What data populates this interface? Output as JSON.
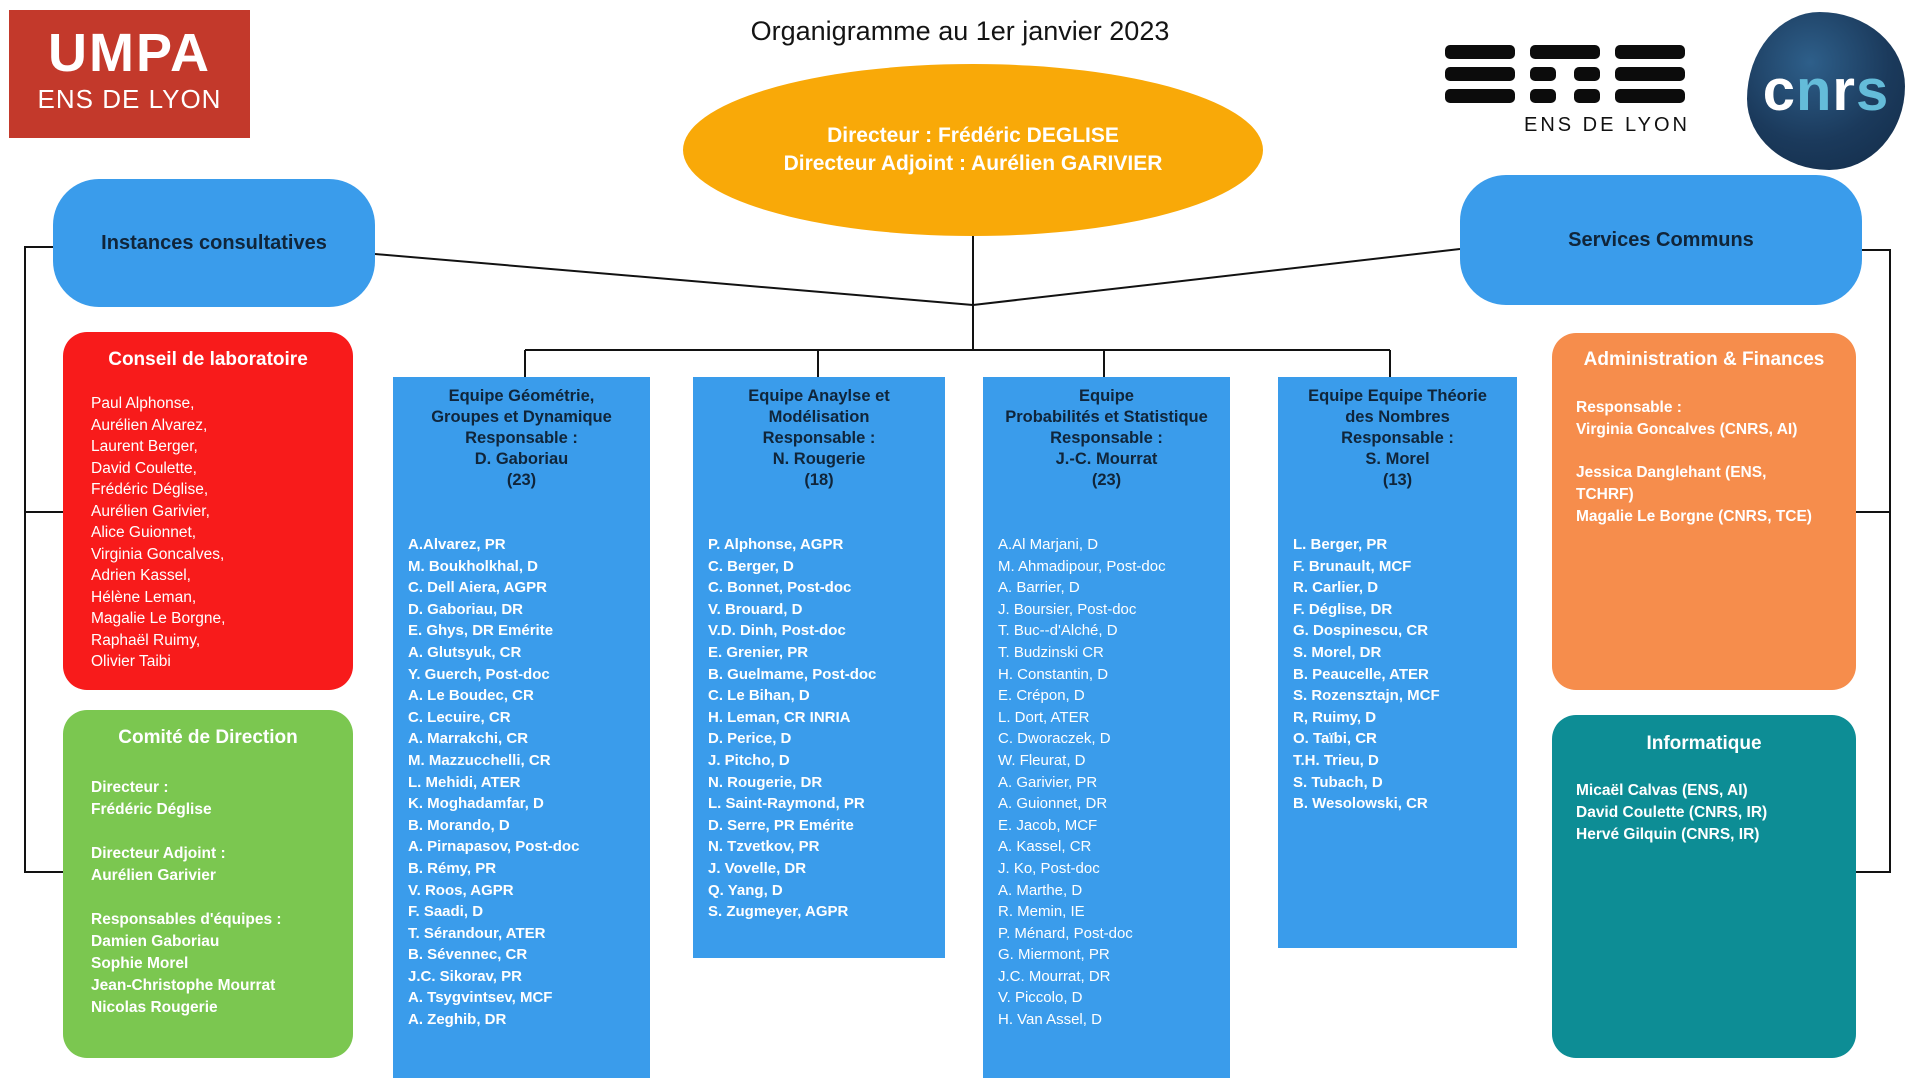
{
  "title": "Organigramme au 1er janvier 2023",
  "logos": {
    "umpa": {
      "acronym": "UMPA",
      "subtitle": "ENS DE LYON"
    },
    "ens": {
      "subtitle": "ENS DE LYON"
    },
    "cnrs": {
      "c": "c",
      "n": "n",
      "r": "r",
      "s": "s"
    }
  },
  "direction": {
    "line1": "Directeur : Frédéric DEGLISE",
    "line2": "Directeur Adjoint : Aurélien GARIVIER"
  },
  "instances_header": "Instances consultatives",
  "services_header": "Services Communs",
  "conseil": {
    "title": "Conseil de laboratoire",
    "members": [
      "Paul Alphonse,",
      "Aurélien Alvarez,",
      "Laurent Berger,",
      "David Coulette,",
      "Frédéric Déglise,",
      " Aurélien Garivier,",
      "Alice Guionnet,",
      " Virginia Goncalves,",
      "Adrien Kassel,",
      "Hélène Leman,",
      "Magalie Le Borgne,",
      "Raphaël Ruimy,",
      "Olivier Taibi"
    ]
  },
  "comite": {
    "title": "Comité de Direction",
    "lines": [
      "Directeur :",
      "Frédéric Déglise",
      "",
      "Directeur Adjoint :",
      "Aurélien Garivier",
      "",
      "Responsables d'équipes :",
      "Damien Gaboriau",
      "Sophie Morel",
      "Jean-Christophe Mourrat",
      "Nicolas Rougerie"
    ]
  },
  "teams": [
    {
      "title_lines": [
        "Equipe Géométrie,",
        "Groupes et Dynamique",
        "Responsable :",
        "D. Gaboriau"
      ],
      "count": "(23)",
      "members": [
        "A.Alvarez, PR",
        "M. Boukholkhal, D",
        "C. Dell Aiera, AGPR",
        "D. Gaboriau, DR",
        "E. Ghys, DR Emérite",
        "A. Glutsyuk, CR",
        "Y. Guerch, Post-doc",
        "A. Le Boudec, CR",
        "C. Lecuire, CR",
        "A. Marrakchi, CR",
        "M. Mazzucchelli, CR",
        "L. Mehidi, ATER",
        "K. Moghadamfar, D",
        "B. Morando, D",
        "A. Pirnapasov, Post-doc",
        "B. Rémy, PR",
        "V. Roos, AGPR",
        "F. Saadi, D",
        "T. Sérandour, ATER",
        "B. Sévennec, CR",
        "J.C. Sikorav, PR",
        "A. Tsygvintsev, MCF",
        "A. Zeghib, DR"
      ]
    },
    {
      "title_lines": [
        "Equipe Anaylse et",
        "Modélisation",
        "Responsable :",
        "N. Rougerie"
      ],
      "count": "(18)",
      "members": [
        "P. Alphonse, AGPR",
        "C. Berger, D",
        "C. Bonnet, Post-doc",
        "V. Brouard, D",
        "V.D. Dinh, Post-doc",
        "E. Grenier, PR",
        "B. Guelmame, Post-doc",
        "C. Le Bihan, D",
        "H. Leman, CR INRIA",
        "D. Perice, D",
        "J. Pitcho, D",
        "N. Rougerie, DR",
        "L. Saint-Raymond, PR",
        "D. Serre, PR Emérite",
        "N. Tzvetkov, PR",
        "J. Vovelle, DR",
        "Q. Yang, D",
        "S. Zugmeyer, AGPR"
      ]
    },
    {
      "title_lines": [
        "Equipe",
        "Probabilités et Statistique",
        "Responsable :",
        "J.-C. Mourrat"
      ],
      "count": "(23)",
      "members": [
        "A.Al Marjani, D",
        "M. Ahmadipour, Post-doc",
        "A. Barrier, D",
        "J. Boursier, Post-doc",
        "T. Buc--d'Alché, D",
        "T. Budzinski CR",
        "H. Constantin, D",
        "E. Crépon, D",
        "L. Dort, ATER",
        "C. Dworaczek, D",
        "W. Fleurat, D",
        "A. Garivier, PR",
        "A. Guionnet, DR",
        "E. Jacob, MCF",
        "A. Kassel, CR",
        "J. Ko, Post-doc",
        "A. Marthe, D",
        "R. Memin, IE",
        "P. Ménard, Post-doc",
        "G. Miermont, PR",
        "J.C. Mourrat, DR",
        "V. Piccolo, D",
        "H. Van Assel, D"
      ]
    },
    {
      "title_lines": [
        "Equipe Equipe Théorie",
        "des Nombres",
        "Responsable :",
        "S. Morel"
      ],
      "count": "(13)",
      "members": [
        "L. Berger, PR",
        "F. Brunault, MCF",
        "R. Carlier, D",
        "F. Déglise, DR",
        "G. Dospinescu, CR",
        "S. Morel, DR",
        "B. Peaucelle, ATER",
        "S. Rozensztajn, MCF",
        "R, Ruimy, D",
        "O. Taïbi, CR",
        "T.H. Trieu, D",
        "S. Tubach, D",
        "B. Wesolowski, CR"
      ]
    }
  ],
  "admin": {
    "title": "Administration & Finances",
    "lines": [
      "Responsable :",
      "Virginia Goncalves (CNRS, AI)",
      "",
      "Jessica Danglehant (ENS,",
      "TCHRF)",
      "Magalie Le Borgne (CNRS, TCE)"
    ]
  },
  "informatique": {
    "title": "Informatique",
    "lines": [
      "Micaël Calvas (ENS, AI)",
      "David Coulette (CNRS, IR)",
      "Hervé Gilquin (CNRS, IR)"
    ]
  },
  "colors": {
    "blue": "#3a9ceb",
    "red": "#f81b1b",
    "green": "#7bc750",
    "amber": "#f9a908",
    "orange": "#f68d4c",
    "teal": "#0d8d95",
    "umpa_red": "#c3392b",
    "cnrs_navy": "#1b3a5c",
    "cnrs_light_blue": "#64bcd9",
    "line_black": "#121212"
  }
}
